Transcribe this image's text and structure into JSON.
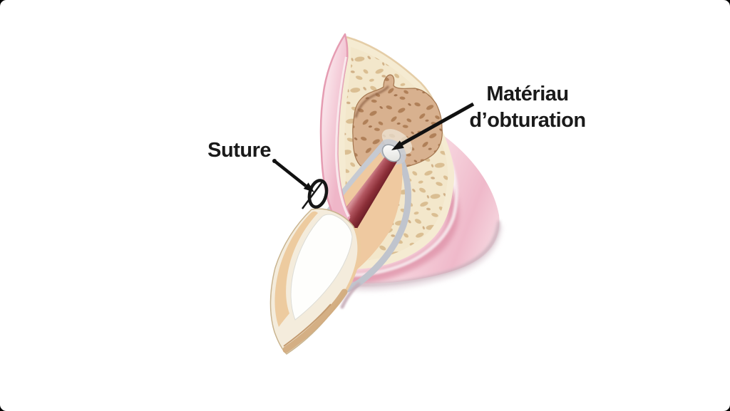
{
  "frame": {
    "outer_background": "#000000",
    "canvas_background": "#ffffff"
  },
  "labels": {
    "suture": {
      "text": "Suture"
    },
    "filling_material": {
      "line1": "Matériau",
      "line2": "d’obturation"
    }
  },
  "colors": {
    "label_text": "#1a1a1a",
    "arrow": "#111111",
    "suture_black": "#161616",
    "gum_pink": "#F2C1CF",
    "gum_rose": "#DD8FA6",
    "flap_pink": "#F3C4D2",
    "bone_cream": "#F3E7CB",
    "bone_speckle": "#D9BC8F",
    "cavity_tan": "#D8B18F",
    "cavity_speckle": "#B08058",
    "dentin": "#EFC9A0",
    "ligament_gray": "#C0C4CD",
    "canal_maroon": "#8C2F38",
    "filling_white": "#F8F8F5",
    "enamel_white": "#FDFDFB"
  }
}
